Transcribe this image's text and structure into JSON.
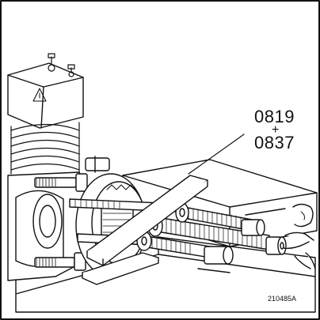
{
  "callout": {
    "code_top": "0819",
    "joiner": "+",
    "code_bottom": "0837"
  },
  "figure_id": "210485A",
  "colors": {
    "ink": "#111111",
    "paper": "#ffffff"
  }
}
